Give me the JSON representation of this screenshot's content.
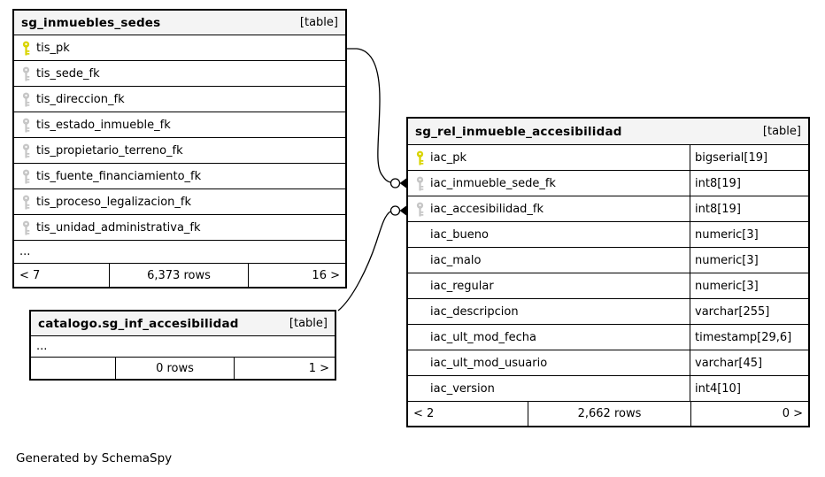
{
  "note": "Generated by SchemaSpy",
  "colors": {
    "border": "#000000",
    "header_bg": "#f4f4f4",
    "row_bg": "#ffffff",
    "primary_key_icon": "#d9d400",
    "foreign_key_icon": "#c6c6c6"
  },
  "icons": {
    "primary_key": "key-icon",
    "foreign_key": "key-icon",
    "connector_circle": "zero-or-one-circle",
    "connector_arrow": "filled-arrowhead"
  },
  "tables": {
    "inmuebles": {
      "title": "sg_inmuebles_sedes",
      "badge": "[table]",
      "columns": [
        {
          "name": "tis_pk",
          "key": "primary"
        },
        {
          "name": "tis_sede_fk",
          "key": "foreign"
        },
        {
          "name": "tis_direccion_fk",
          "key": "foreign"
        },
        {
          "name": "tis_estado_inmueble_fk",
          "key": "foreign"
        },
        {
          "name": "tis_propietario_terreno_fk",
          "key": "foreign"
        },
        {
          "name": "tis_fuente_financiamiento_fk",
          "key": "foreign"
        },
        {
          "name": "tis_proceso_legalizacion_fk",
          "key": "foreign"
        },
        {
          "name": "tis_unidad_administrativa_fk",
          "key": "foreign"
        }
      ],
      "ellipsis": "...",
      "footer": {
        "parents": "< 7",
        "rows": "6,373 rows",
        "children": "16 >"
      }
    },
    "rel_accesibilidad": {
      "title": "sg_rel_inmueble_accesibilidad",
      "badge": "[table]",
      "columns": [
        {
          "name": "iac_pk",
          "type": "bigserial[19]",
          "key": "primary"
        },
        {
          "name": "iac_inmueble_sede_fk",
          "type": "int8[19]",
          "key": "foreign"
        },
        {
          "name": "iac_accesibilidad_fk",
          "type": "int8[19]",
          "key": "foreign"
        },
        {
          "name": "iac_bueno",
          "type": "numeric[3]",
          "key": null
        },
        {
          "name": "iac_malo",
          "type": "numeric[3]",
          "key": null
        },
        {
          "name": "iac_regular",
          "type": "numeric[3]",
          "key": null
        },
        {
          "name": "iac_descripcion",
          "type": "varchar[255]",
          "key": null
        },
        {
          "name": "iac_ult_mod_fecha",
          "type": "timestamp[29,6]",
          "key": null
        },
        {
          "name": "iac_ult_mod_usuario",
          "type": "varchar[45]",
          "key": null
        },
        {
          "name": "iac_version",
          "type": "int4[10]",
          "key": null
        }
      ],
      "footer": {
        "parents": "< 2",
        "rows": "2,662 rows",
        "children": "0 >"
      }
    },
    "catalogo": {
      "title": "catalogo.sg_inf_accesibilidad",
      "badge": "[table]",
      "ellipsis": "...",
      "footer": {
        "parents": "",
        "rows": "0 rows",
        "children": "1 >"
      }
    }
  }
}
